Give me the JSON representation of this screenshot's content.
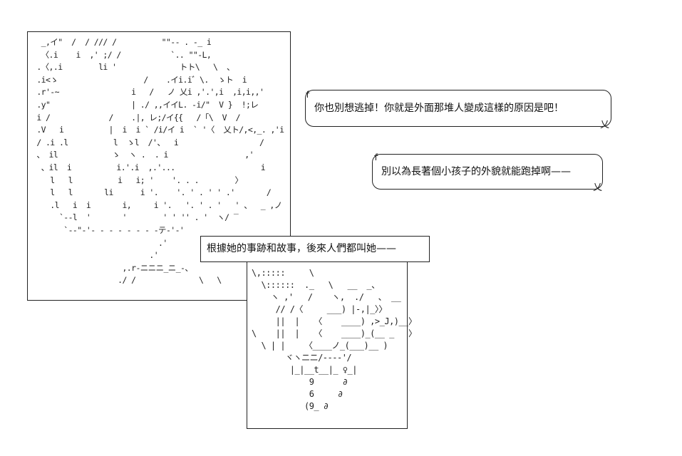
{
  "portrait_art": "  _,イ\"  /  / /// /          \"\"-- . -_ i\n  〈.i    i  ,' ;/ /           `.. \"\"-L,\n .〈,.i        li '              トト\\   \\  、\n .i<ゝ                   /    .イi.i゛\\.  ゝト  i\n .r'-~                i   /   ノ 乂i ,'.',i  ,i,i,,'\n .y\"                  | ./ ,,イイL. -i/\"  V }  !;レ\n i /             /    .|, レ;/イ{{   /「\\  V  /\n .V   i          |  i  i ` /i/イ i  ` '〈  乂ト/,<,_. ,'i\n / .i .l          l  ゝl  /'、  i                  /\n 、 il            ゝ  ヽ .  . i                 ,'\n  、il  i          i.'.i  ,.'...                   i\n    l   l          i   i; '    '. . .        〉\n    l   l       li      i '.    '. ' . ' ' .'       /\n    .l   i  i       i,     i '.   '. ' . '   ' 、  _ ,ノ\n      `--l  '       '        ' ' '' . '  ヽ/ ‾\n       `‐‐\"‐'‐ ‐ ‐ ‐ ‐ ‐ ‐ -テ‐'‐'\n                            .'\n                          .'\n                    ,.r‐ニニニ_ニ_-、\n                   ./ /              \\   \\",
  "statue_art": "\\,:::::     \\\n  \\::::::  ._   \\   __  _、\n    ヽ ,'   /    ヽ,  ./   、 __\n     // /〈     ___) |-,|_〉〉\n     ||  |   〈    ____) ,>_J,)__〉\n\\    ||  |   〈    ____)_(__ _   〉\n  \\ | |    〈____ノ_(___)__ )\n       ヾヽニニ/‐‐‐‐'/\n        |_|__t__|_ ♀_|\n            9      ∂\n            6     ∂\n           (9_ ∂",
  "bubble_1": {
    "text": "你也別想逃掉！你就是外面那堆人變成這樣的原因是吧！",
    "hook": "f",
    "tail": "乂"
  },
  "bubble_2": {
    "text": "別以為長著個小孩子的外貌就能跑掉啊——",
    "hook": "f",
    "tail": "乂"
  },
  "caption": "根據她的事跡和故事，後來人們都叫她——"
}
